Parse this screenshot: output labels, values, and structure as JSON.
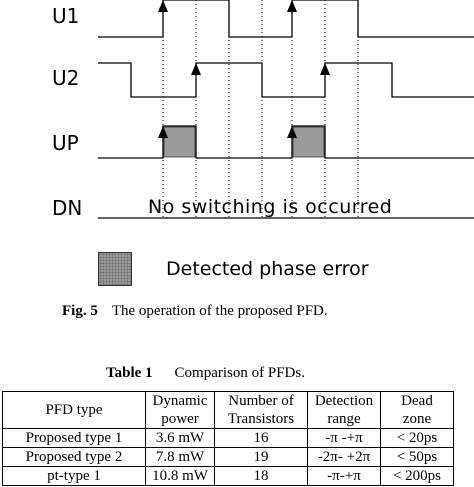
{
  "signals": {
    "u1": "U1",
    "u2": "U2",
    "up": "UP",
    "dn": "DN"
  },
  "diagram_note": "No switching is occurred",
  "legend": {
    "label": "Detected phase error"
  },
  "figure_caption": {
    "label": "Fig. 5",
    "text": "The operation of the proposed PFD."
  },
  "table_caption": {
    "label": "Table 1",
    "text": "Comparison of PFDs."
  },
  "table": {
    "headers": [
      [
        "PFD type",
        ""
      ],
      [
        "Dynamic",
        "power"
      ],
      [
        "Number of",
        "Transistors"
      ],
      [
        "Detection",
        "range"
      ],
      [
        "Dead",
        "zone"
      ]
    ],
    "rows": [
      [
        "Proposed type 1",
        "3.6 mW",
        "16",
        "-π -+π",
        "< 20ps"
      ],
      [
        "Proposed type 2",
        "7.8 mW",
        "19",
        "-2π- +2π",
        "< 50ps"
      ],
      [
        "pt-type 1",
        "10.8 mW",
        "18",
        "-π-+π",
        "< 200ps"
      ]
    ]
  },
  "colors": {
    "error_fill": "#9a9a9a"
  }
}
